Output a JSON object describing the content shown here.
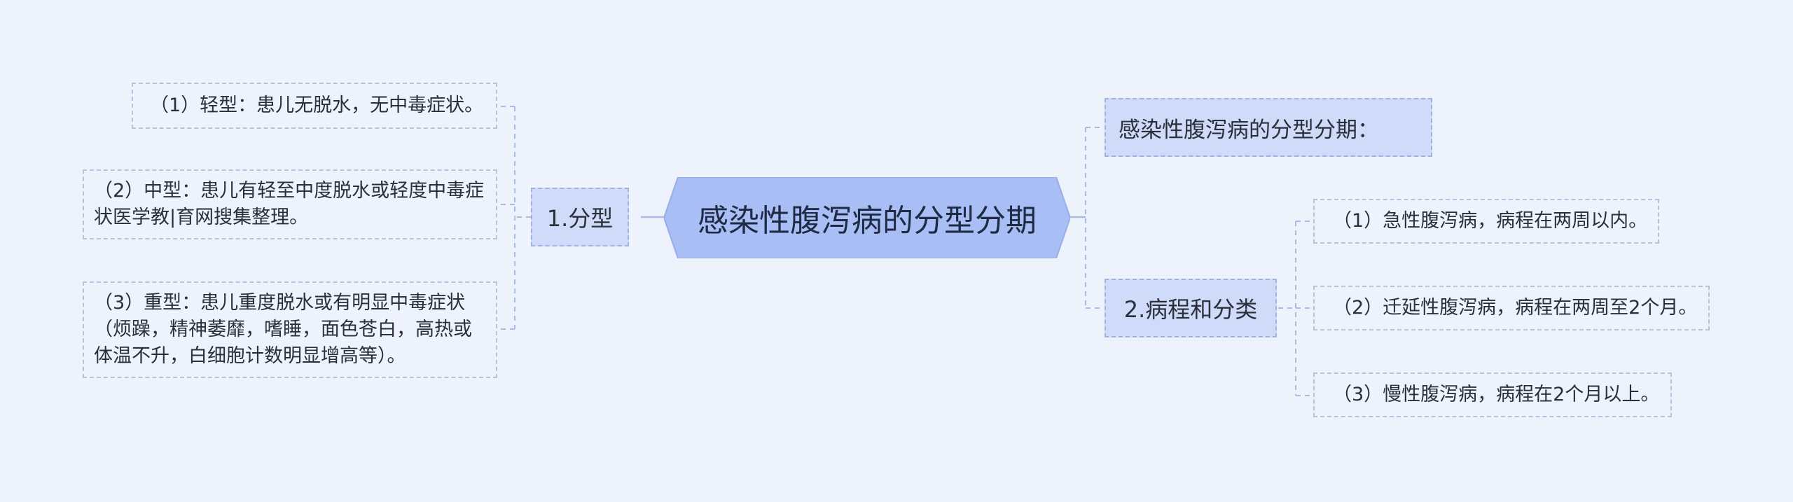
{
  "central": {
    "title": "感染性腹泻病的分型分期"
  },
  "left_branch": {
    "label": "1.分型",
    "items": [
      "（1）轻型：患儿无脱水，无中毒症状。",
      "（2）中型：患儿有轻至中度脱水或轻度中毒症状医学教|育网搜集整理。",
      "（3）重型：患儿重度脱水或有明显中毒症状（烦躁，精神萎靡，嗜睡，面色苍白，高热或体温不升，白细胞计数明显增高等）。"
    ]
  },
  "right_top": {
    "label": "感染性腹泻病的分型分期："
  },
  "right_branch": {
    "label": "2.病程和分类",
    "items": [
      "（1）急性腹泻病，病程在两周以内。",
      "（2）迁延性腹泻病，病程在两周至2个月。",
      "（3）慢性腹泻病，病程在2个月以上。"
    ]
  },
  "colors": {
    "background": "#eef2fa",
    "central_fill": "#a9bef5",
    "branch_fill": "#cfdbf8",
    "connector": "#a9bce6",
    "leaf_border": "#b7c2dd"
  }
}
